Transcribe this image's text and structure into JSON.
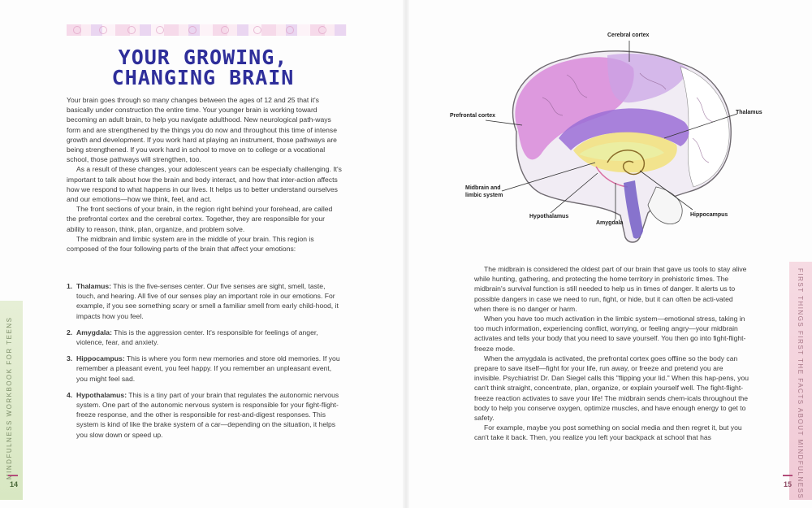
{
  "title": {
    "line1": "YOUR GROWING,",
    "line2": "CHANGING BRAIN"
  },
  "left_paragraphs": [
    "Your brain goes through so many changes between the ages of 12 and 25 that it's basically under construction the entire time. Your younger brain is working toward becoming an adult brain, to help you navigate adulthood. New neurological path-ways form and are strengthened by the things you do now and throughout this time of intense growth and development. If you work hard at playing an instrument, those pathways are being strengthened. If you work hard in school to move on to college or a vocational school, those pathways will strengthen, too.",
    "As a result of these changes, your adolescent years can be especially challenging. It's important to talk about how the brain and body interact, and how that inter-action affects how we respond to what happens in our lives. It helps us to better understand ourselves and our emotions—how we think, feel, and act.",
    "The front sections of your brain, in the region right behind your forehead, are called the prefrontal cortex and the cerebral cortex. Together, they are responsible for your ability to reason, think, plan, organize, and problem solve.",
    "The midbrain and limbic system are in the middle of your brain. This region is composed of the four following parts of the brain that affect your emotions:"
  ],
  "list": [
    {
      "num": "1.",
      "term": "Thalamus:",
      "text": " This is the five-senses center. Our five senses are sight, smell, taste, touch, and hearing. All five of our senses play an important role in our emotions. For example, if you see something scary or smell a familiar smell from early child-hood, it impacts how you feel."
    },
    {
      "num": "2.",
      "term": "Amygdala:",
      "text": " This is the aggression center. It's responsible for feelings of anger, violence, fear, and anxiety."
    },
    {
      "num": "3.",
      "term": "Hippocampus:",
      "text": " This is where you form new memories and store old memories. If you remember a pleasant event, you feel happy. If you remember an unpleasant event, you might feel sad."
    },
    {
      "num": "4.",
      "term": "Hypothalamus:",
      "text": " This is a tiny part of your brain that regulates the autonomic nervous system. One part of the autonomic nervous system is responsible for your fight-flight-freeze response, and the other is responsible for rest-and-digest responses. This system is kind of like the brake system of a car—depending on the situation, it helps you slow down or speed up."
    }
  ],
  "right_paragraphs": [
    "The midbrain is considered the oldest part of our brain that gave us tools to stay alive while hunting, gathering, and protecting the home territory in prehistoric times. The midbrain's survival function is still needed to help us in times of danger. It alerts us to possible dangers in case we need to run, fight, or hide, but it can often be acti-vated when there is no danger or harm.",
    "When you have too much activation in the limbic system—emotional stress, taking in too much information, experiencing conflict, worrying, or feeling angry—your midbrain activates and tells your body that you need to save yourself. You then go into fight-flight-freeze mode.",
    "When the amygdala is activated, the prefrontal cortex goes offline so the body can prepare to save itself—fight for your life, run away, or freeze and pretend you are invisible. Psychiatrist Dr. Dan Siegel calls this \"flipping your lid.\" When this hap-pens, you can't think straight, concentrate, plan, organize, or explain yourself well. The fight-flight-freeze reaction activates to save your life! The midbrain sends chem-icals throughout the body to help you conserve oxygen, optimize muscles, and have enough energy to get to safety.",
    "For example, maybe you post something on social media and then regret it, but you can't take it back. Then, you realize you left your backpack at school that has"
  ],
  "diagram_labels": {
    "cerebral_cortex": "Cerebral cortex",
    "prefrontal_cortex": "Prefrontal cortex",
    "thalamus": "Thalamus",
    "midbrain_line1": "Midbrain and",
    "midbrain_line2": "limbic system",
    "hypothalamus": "Hypothalamus",
    "amygdala": "Amygdala",
    "hippocampus": "Hippocampus"
  },
  "footer": {
    "left_running_head": "MINDFULNESS WORKBOOK FOR TEENS",
    "right_running_head": "FIRST THINGS FIRST THE FACTS ABOUT MINDFULNESS",
    "left_page_number": "14",
    "right_page_number": "15"
  },
  "colors": {
    "title": "#2e2e9a",
    "brain_pink": "#d98bd9",
    "brain_purple": "#9b6fd6",
    "brain_yellow": "#f2e27a",
    "tab_green": "#d8e7c2",
    "tab_pink": "#f0c9d5"
  }
}
